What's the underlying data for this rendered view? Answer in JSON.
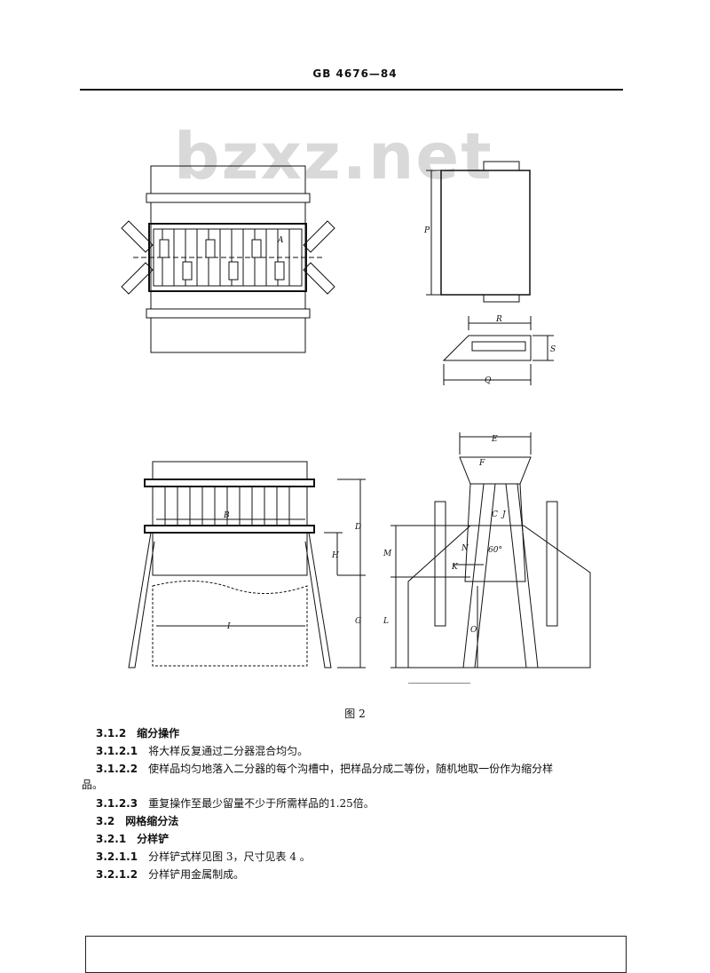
{
  "header": {
    "standard_number": "GB 4676—84"
  },
  "watermark": {
    "text": "bzxz.net"
  },
  "figure": {
    "caption": "图 2",
    "labels": {
      "A": "A",
      "P": "P",
      "R": "R",
      "S": "S",
      "Q": "Q",
      "B": "B",
      "D": "D",
      "H": "H",
      "G": "G",
      "I": "I",
      "E": "E",
      "C": "C",
      "M": "M",
      "N": "N",
      "K": "K",
      "J": "J",
      "L": "L",
      "O": "O",
      "F": "F",
      "angle": "60°"
    }
  },
  "body": {
    "paragraphs": [
      {
        "number": "3.1.2",
        "text": "缩分操作",
        "heading": true
      },
      {
        "number": "3.1.2.1",
        "text": "将大样反复通过二分器混合均匀。"
      },
      {
        "number": "3.1.2.2",
        "text": "使样品均匀地落入二分器的每个沟槽中，把样品分成二等份，随机地取一份作为缩分样"
      },
      {
        "number": "",
        "text": "品。"
      },
      {
        "number": "3.1.2.3",
        "text": "重复操作至最少留量不少于所需样品的1.25倍。"
      },
      {
        "number": "3.2",
        "text": "网格缩分法",
        "heading": true
      },
      {
        "number": "3.2.1",
        "text": "分样铲",
        "heading": true
      },
      {
        "number": "3.2.1.1",
        "text": "分样铲式样见图 3，尺寸见表 4 。"
      },
      {
        "number": "3.2.1.2",
        "text": "分样铲用金属制成。"
      }
    ]
  }
}
